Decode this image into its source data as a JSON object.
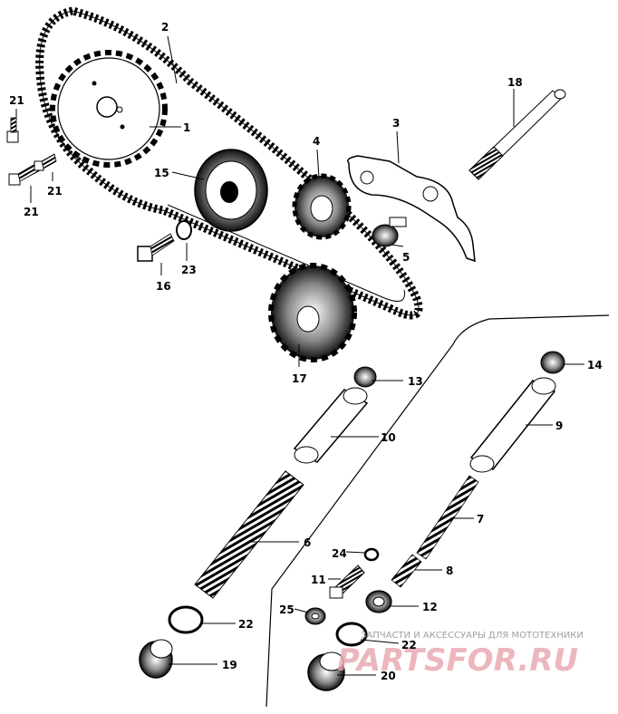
{
  "callouts": [
    {
      "id": "c1",
      "num": "1"
    },
    {
      "id": "c2",
      "num": "2"
    },
    {
      "id": "c3",
      "num": "3"
    },
    {
      "id": "c4",
      "num": "4"
    },
    {
      "id": "c5",
      "num": "5"
    },
    {
      "id": "c6",
      "num": "6"
    },
    {
      "id": "c7",
      "num": "7"
    },
    {
      "id": "c8",
      "num": "8"
    },
    {
      "id": "c9",
      "num": "9"
    },
    {
      "id": "c10",
      "num": "10"
    },
    {
      "id": "c11",
      "num": "11"
    },
    {
      "id": "c12",
      "num": "12"
    },
    {
      "id": "c13",
      "num": "13"
    },
    {
      "id": "c14",
      "num": "14"
    },
    {
      "id": "c15",
      "num": "15"
    },
    {
      "id": "c16",
      "num": "16"
    },
    {
      "id": "c17",
      "num": "17"
    },
    {
      "id": "c18",
      "num": "18"
    },
    {
      "id": "c19",
      "num": "19"
    },
    {
      "id": "c20",
      "num": "20"
    },
    {
      "id": "c21a",
      "num": "21"
    },
    {
      "id": "c21b",
      "num": "21"
    },
    {
      "id": "c21c",
      "num": "21"
    },
    {
      "id": "c22a",
      "num": "22"
    },
    {
      "id": "c22b",
      "num": "22"
    },
    {
      "id": "c23",
      "num": "23"
    },
    {
      "id": "c24",
      "num": "24"
    },
    {
      "id": "c25",
      "num": "25"
    }
  ],
  "watermark": {
    "tagline": "ЗАПЧАСТИ И АКСЕССУАРЫ ДЛЯ МОТОТЕХНИКИ",
    "logo": "PARTSFOR.RU"
  },
  "colors": {
    "ink": "#000000",
    "watermark_logo": "#e8a4ad",
    "watermark_text": "#a0a0a0"
  }
}
